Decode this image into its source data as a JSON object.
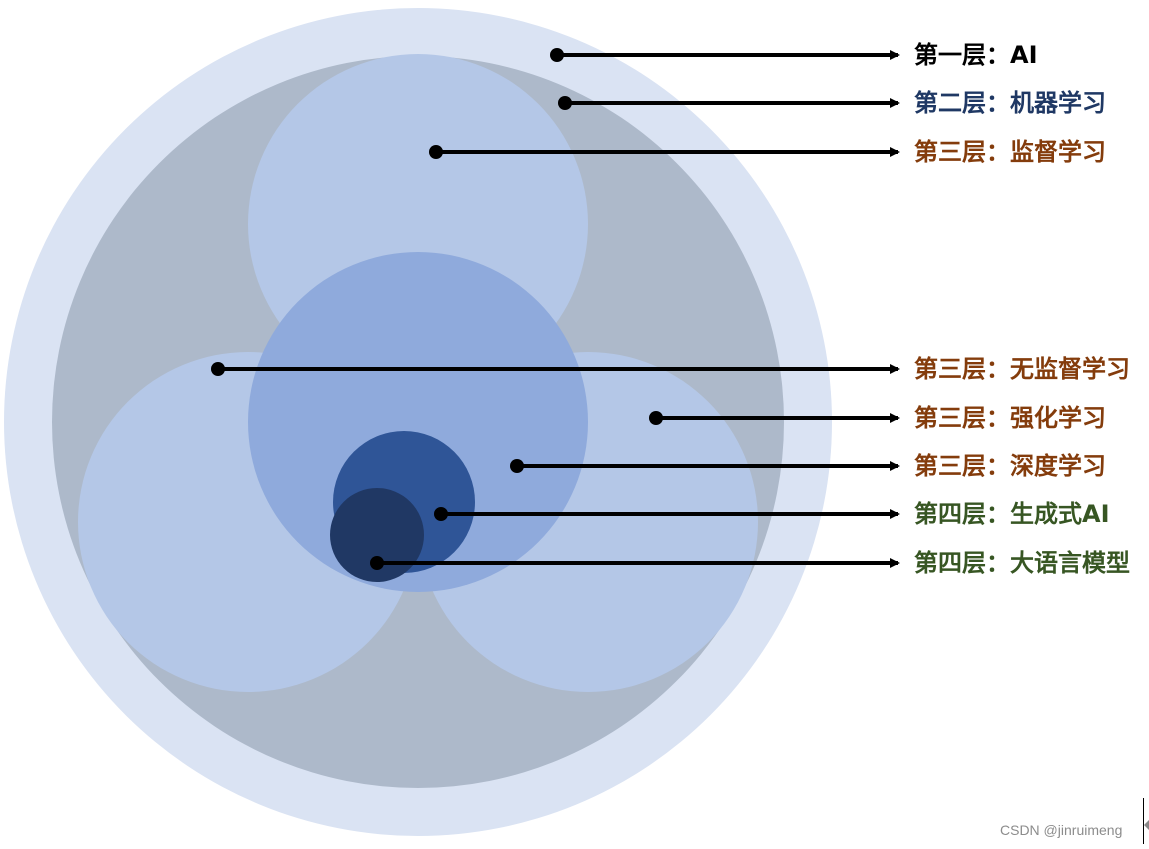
{
  "diagram": {
    "title": "AI layers nested circles",
    "colors": {
      "outer_ai": "#dae3f3",
      "machine_learning": "#adb9ca",
      "sub_learning": "#b4c7e7",
      "deep_learning": "#8faadc",
      "generative_ai": "#2f5597",
      "llm": "#203864",
      "arrow": "#000000"
    },
    "labels": [
      {
        "text": "第一层：AI",
        "color": "#000000"
      },
      {
        "text": "第二层：机器学习",
        "color": "#1f3864"
      },
      {
        "text": "第三层：监督学习",
        "color": "#843c0c"
      },
      {
        "text": "第三层：无监督学习",
        "color": "#843c0c"
      },
      {
        "text": "第三层：强化学习",
        "color": "#843c0c"
      },
      {
        "text": "第三层：深度学习",
        "color": "#843c0c"
      },
      {
        "text": "第四层：生成式AI",
        "color": "#375623"
      },
      {
        "text": "第四层：大语言模型",
        "color": "#375623"
      }
    ]
  },
  "watermark": "CSDN @jinruimeng"
}
